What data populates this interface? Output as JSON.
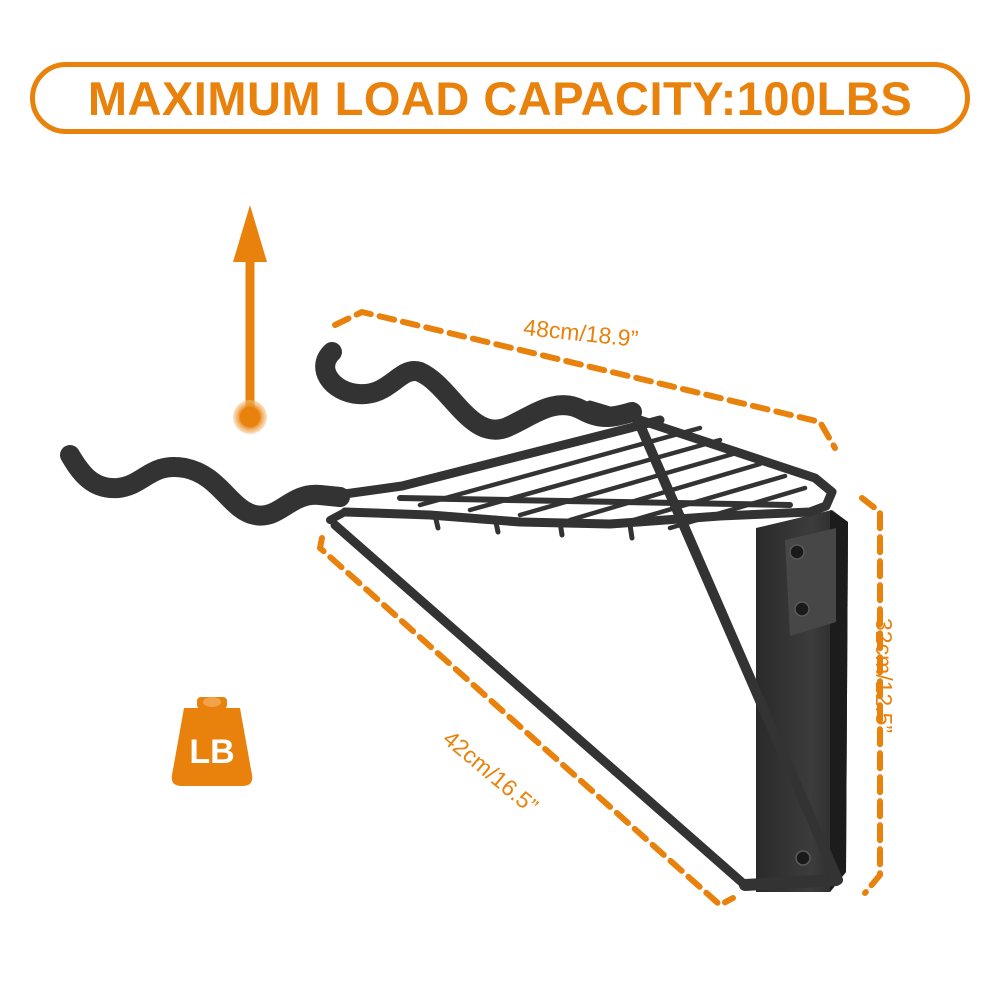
{
  "banner": {
    "text": "MAXIMUM LOAD CAPACITY:100LBS"
  },
  "dimensions": {
    "top": "48cm/18.9”",
    "diagonal": "42cm/16.5”",
    "height": "32cm/12.5”"
  },
  "weight_icon": {
    "label": "LB"
  },
  "colors": {
    "accent": "#e8820c",
    "metal": "#333333",
    "background": "#ffffff"
  }
}
